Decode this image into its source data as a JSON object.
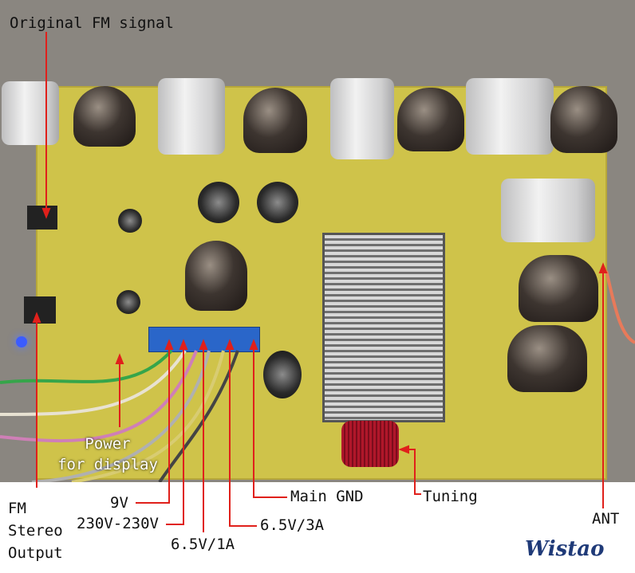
{
  "image": {
    "subject": "Tube FM radio tuner circuit board with labeled connections"
  },
  "labels": {
    "original_fm_signal": "Original FM signal",
    "power_for_display": "Power\nfor display",
    "fm_stereo_output": "FM\nStereo\nOutput",
    "v9": "9V",
    "v230": "230V-230V",
    "v65_1a": "6.5V/1A",
    "v65_3a": "6.5V/3A",
    "main_gnd": "Main GND",
    "tuning": "Tuning",
    "ant": "ANT"
  },
  "brand": {
    "logo_text": "Wistao"
  },
  "colors": {
    "arrow": "#e0201b",
    "board": "#cfc34a",
    "label_text": "#111111"
  }
}
